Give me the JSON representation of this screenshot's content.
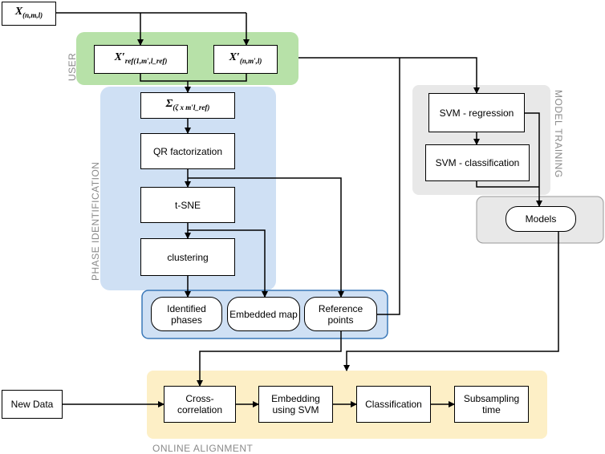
{
  "regions": {
    "user": "USER",
    "phase_identification": "PHASE IDENTIFICATION",
    "model_training": "MODEL TRAINING",
    "online_alignment": "ONLINE ALIGNMENT"
  },
  "nodes": {
    "x_input": {
      "base": "X",
      "sub": "(n,m,l)"
    },
    "x_ref": {
      "base": "X′",
      "sub": "ref(1,m′,l_ref)"
    },
    "x_prime": {
      "base": "X′",
      "sub": "(n,m′,l)"
    },
    "sigma": {
      "base": "Σ",
      "sub": "(ζ x m′l_ref)"
    },
    "qr": "QR factorization",
    "tsne": "t-SNE",
    "clustering": "clustering",
    "identified_phases": "Identified phases",
    "embedded_map": "Embedded map",
    "reference_points": "Reference points",
    "svm_regression": "SVM - regression",
    "svm_classification": "SVM - classification",
    "models": "Models",
    "new_data": "New Data",
    "cross_correlation": "Cross-correlation",
    "embedding_svm": "Embedding using SVM",
    "classification": "Classification",
    "subsampling_time": "Subsampling time"
  },
  "colors": {
    "user_region": "#b7e1a8",
    "phase_region": "#cfe0f4",
    "output_region": "#cfe0f4",
    "model_region": "#e8e8e8",
    "online_region": "#fdefc6",
    "region_label": "#8a8a8a"
  }
}
